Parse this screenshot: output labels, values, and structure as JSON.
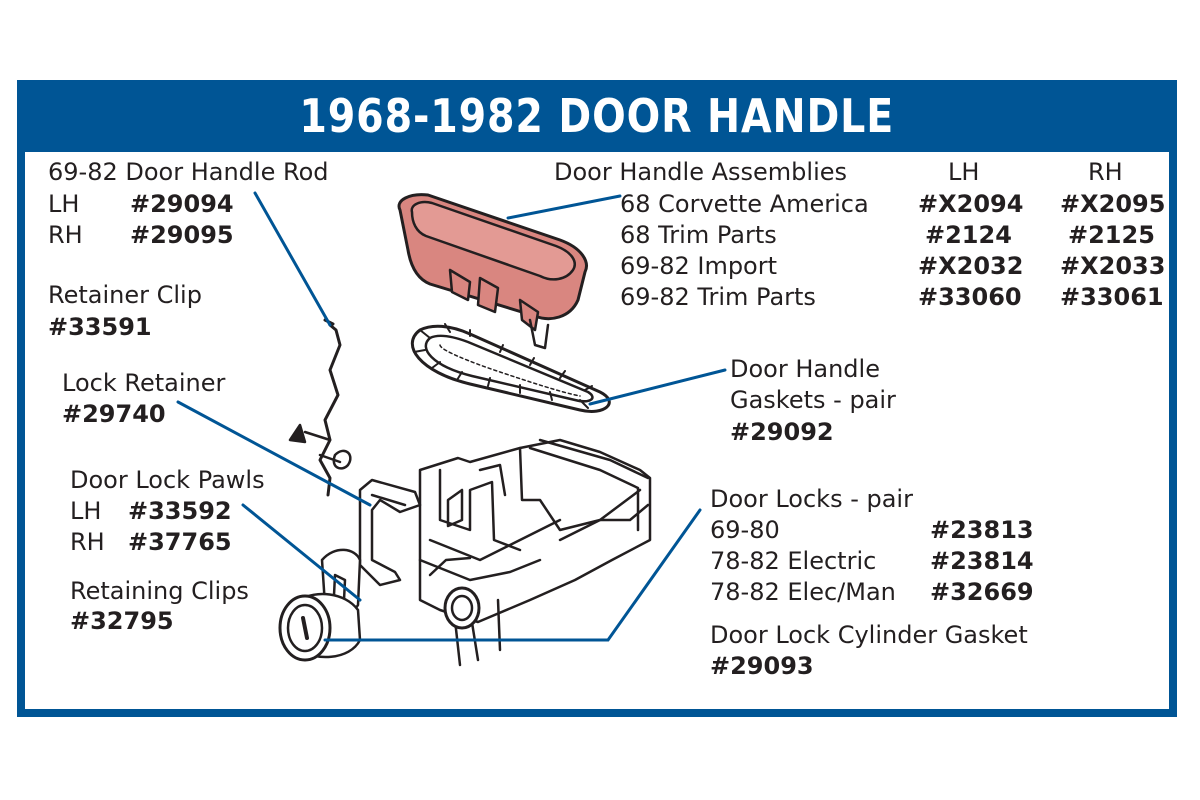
{
  "title": "1968-1982 DOOR HANDLE",
  "colors": {
    "frame": "#005595",
    "leader": "#005595",
    "handle_fill": "#d98680"
  },
  "rod": {
    "label": "69-82 Door Handle Rod",
    "lh_label": "LH",
    "lh_part": "#29094",
    "rh_label": "RH",
    "rh_part": "#29095"
  },
  "retainer_clip": {
    "label": "Retainer Clip",
    "part": "#33591"
  },
  "lock_retainer": {
    "label": "Lock Retainer",
    "part": "#29740"
  },
  "pawls": {
    "label": "Door Lock Pawls",
    "lh_label": "LH",
    "lh_part": "#33592",
    "rh_label": "RH",
    "rh_part": "#37765"
  },
  "retaining_clips": {
    "label": "Retaining Clips",
    "part": "#32795"
  },
  "assemblies": {
    "label": "Door Handle Assemblies",
    "col_lh": "LH",
    "col_rh": "RH",
    "rows": [
      {
        "name": "68 Corvette America",
        "lh": "#X2094",
        "rh": "#X2095"
      },
      {
        "name": "68 Trim Parts",
        "lh": "#2124",
        "rh": "#2125"
      },
      {
        "name": "69-82 Import",
        "lh": "#X2032",
        "rh": "#X2033"
      },
      {
        "name": "69-82 Trim Parts",
        "lh": "#33060",
        "rh": "#33061"
      }
    ]
  },
  "gaskets": {
    "line1": "Door Handle",
    "line2": "Gaskets - pair",
    "part": "#29092"
  },
  "door_locks": {
    "label": "Door Locks - pair",
    "rows": [
      {
        "name": "69-80",
        "part": "#23813"
      },
      {
        "name": "78-82 Electric",
        "part": "#23814"
      },
      {
        "name": "78-82 Elec/Man",
        "part": "#32669"
      }
    ]
  },
  "cylinder_gasket": {
    "label": "Door Lock Cylinder Gasket",
    "part": "#29093"
  }
}
